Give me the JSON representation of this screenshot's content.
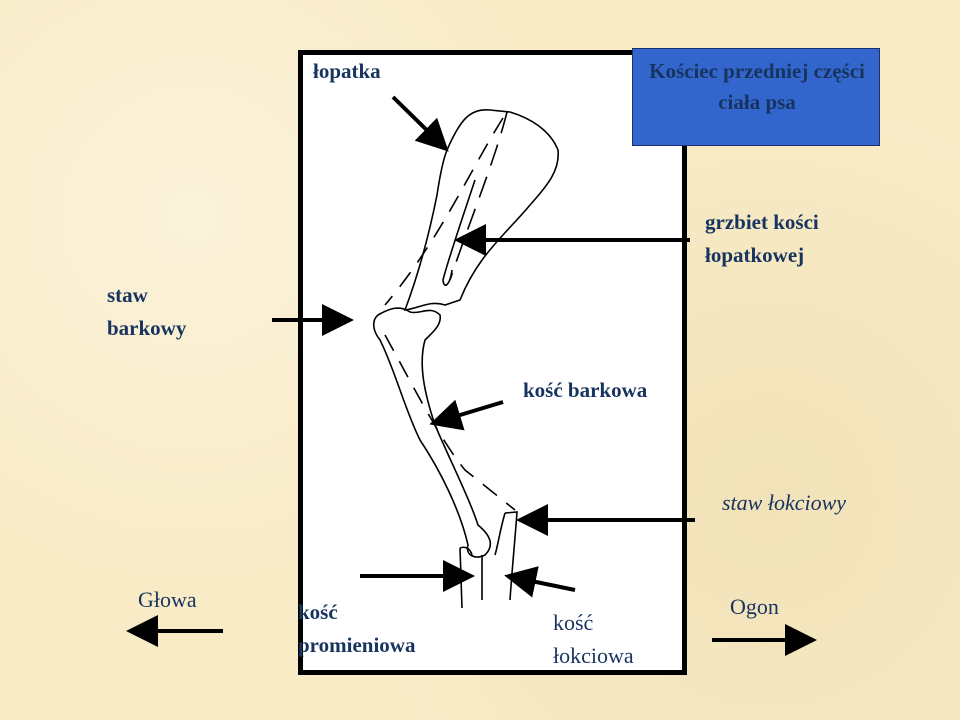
{
  "title": {
    "line1": "Kościec przedniej części",
    "line2": "ciała psa"
  },
  "labels": {
    "lopatka": "łopatka",
    "grzbiet_line1": "grzbiet kości",
    "grzbiet_line2": "łopatkowej",
    "staw_barkowy_line1": "staw",
    "staw_barkowy_line2": "barkowy",
    "kosc_barkowa": "kość barkowa",
    "staw_lokciowy": "staw łokciowy",
    "kosc_promieniowa_line1": "kość",
    "kosc_promieniowa_line2": "promieniowa",
    "kosc_lokciowa_line1": "kość",
    "kosc_lokciowa_line2": "łokciowa",
    "glowa": "Głowa",
    "ogon": "Ogon"
  },
  "colors": {
    "background": "#f8ebc6",
    "title_box": "#3366cc",
    "text": "#17335f"
  }
}
